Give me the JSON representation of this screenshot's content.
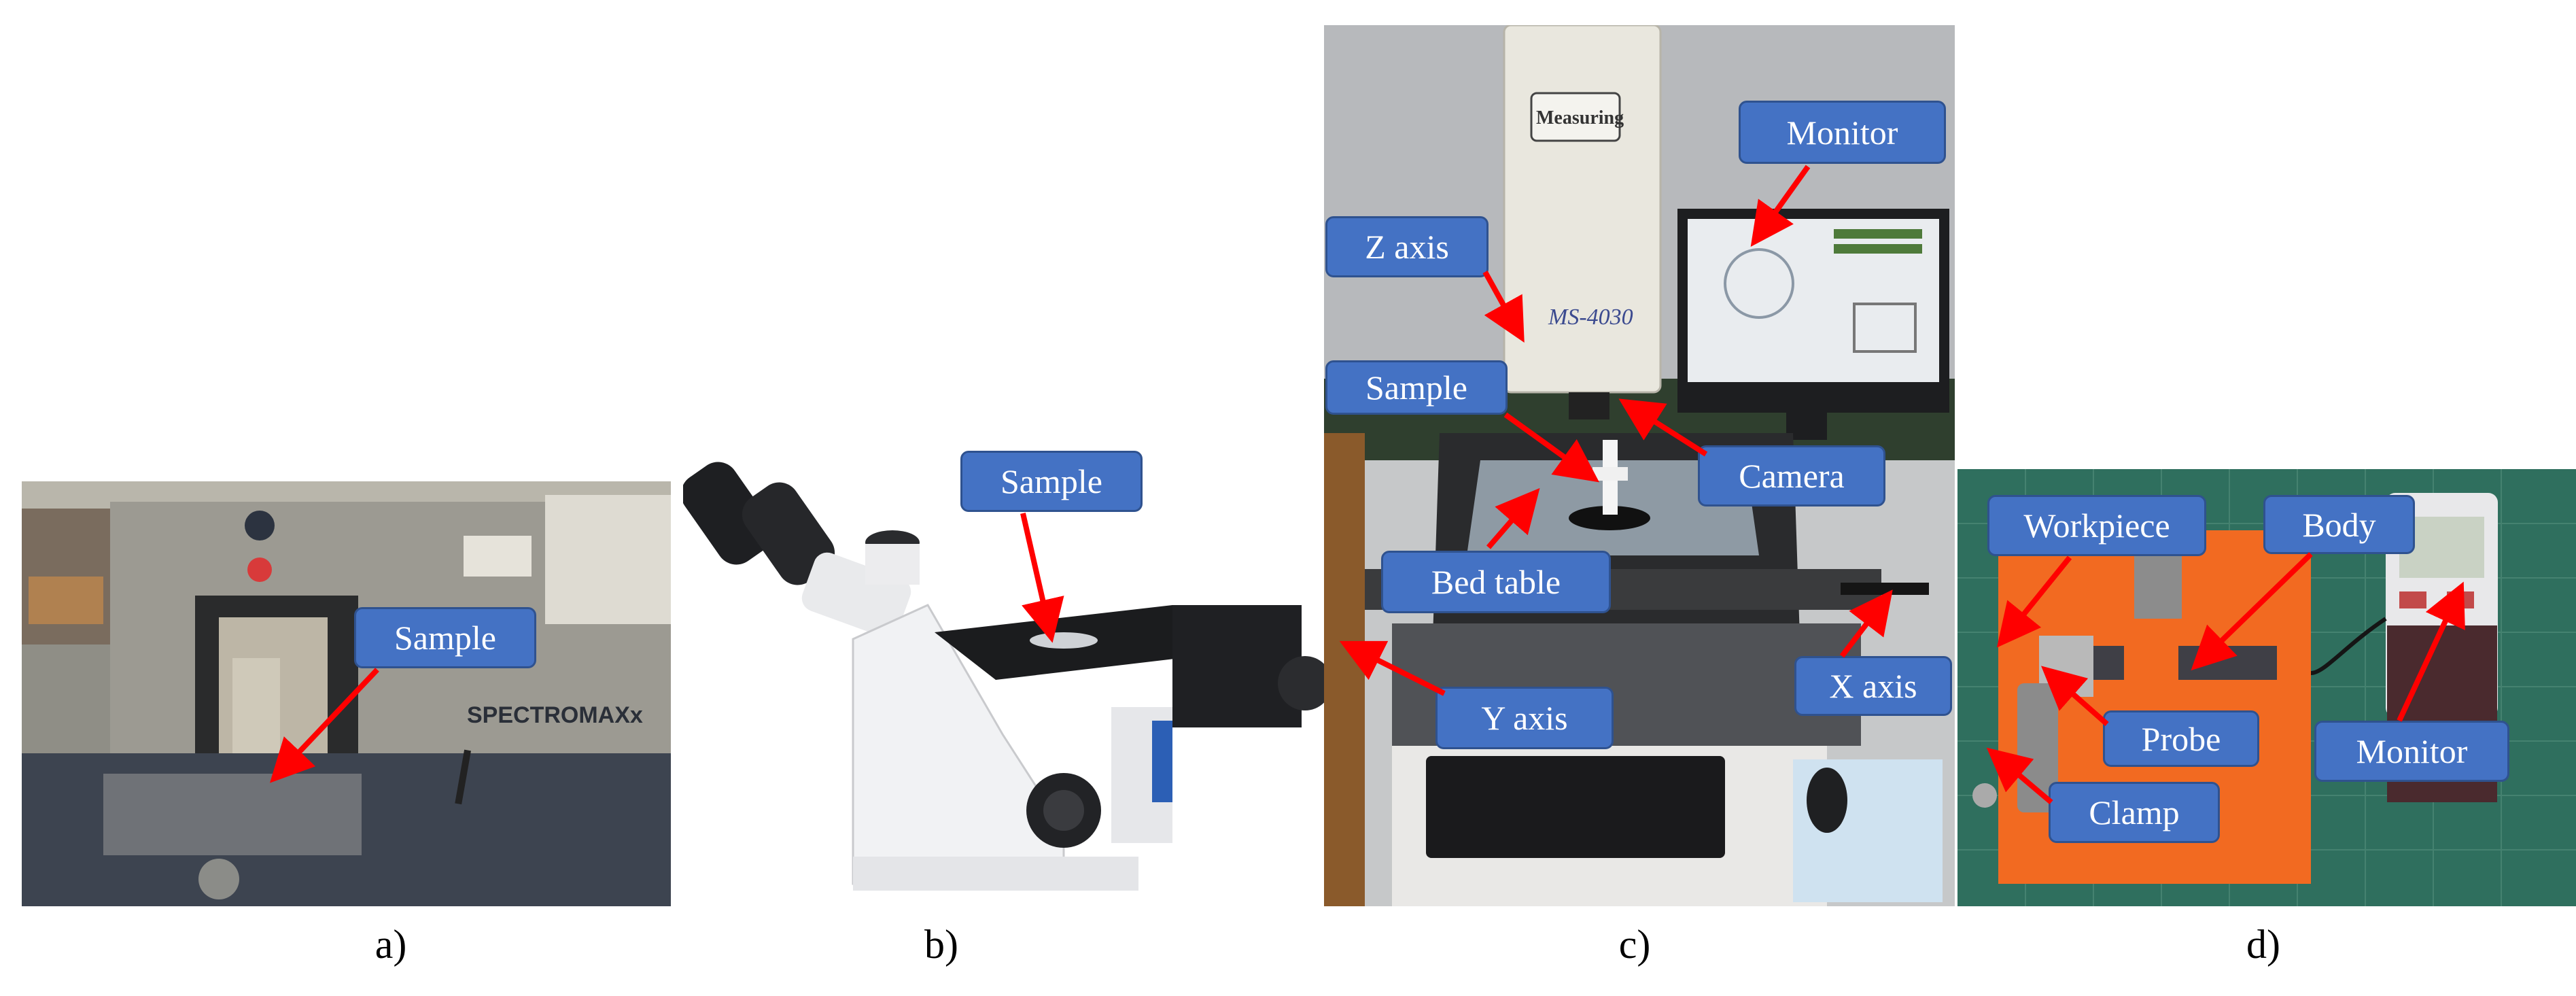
{
  "panels": {
    "a": {
      "caption": "a)",
      "labels": {
        "sample": "Sample"
      },
      "device_text": "SPECTROMAXx"
    },
    "b": {
      "caption": "b)",
      "labels": {
        "sample": "Sample"
      }
    },
    "c": {
      "caption": "c)",
      "labels": {
        "monitor": "Monitor",
        "z_axis": "Z axis",
        "sample": "Sample",
        "camera": "Camera",
        "bed_table": "Bed table",
        "x_axis": "X axis",
        "y_axis": "Y axis"
      },
      "device_text": "MS-4030",
      "brand_text": "Measuring"
    },
    "d": {
      "caption": "d)",
      "labels": {
        "workpiece": "Workpiece",
        "body": "Body",
        "probe": "Probe",
        "monitor": "Monitor",
        "clamp": "Clamp"
      }
    }
  },
  "colors": {
    "callout_fill": "#4472c4",
    "callout_border": "#2f528f",
    "arrow": "#ff0000",
    "cutting_mat": "#2f6f5e",
    "orange_plate": "#f26a21"
  }
}
